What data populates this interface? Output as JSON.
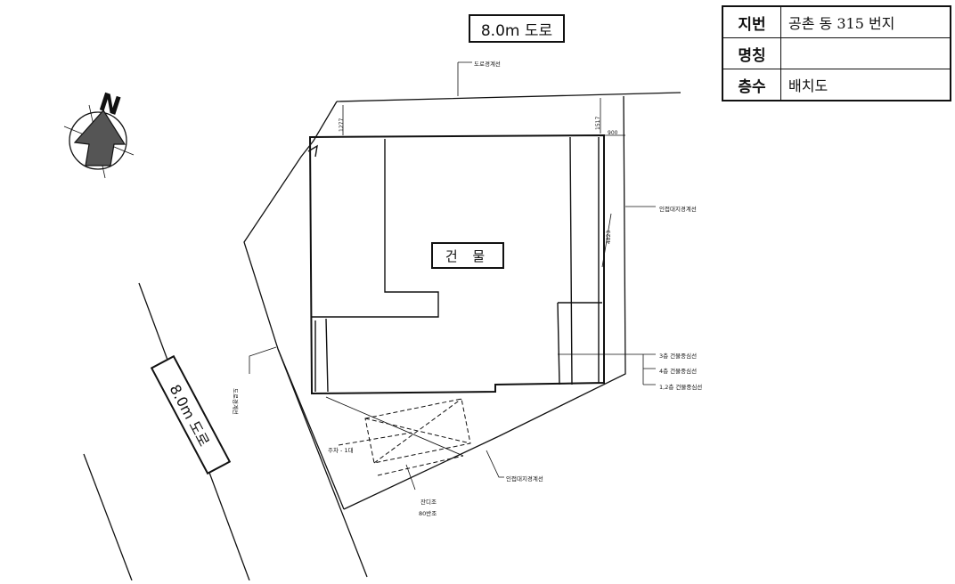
{
  "info_table": {
    "rows": [
      {
        "label": "지번",
        "value": "공촌  동  315 번지"
      },
      {
        "label": "명칭",
        "value": ""
      },
      {
        "label": "층수",
        "value": "배치도"
      }
    ]
  },
  "road_top_label": "8.0m 도로",
  "road_left_label": "8.0m 도로",
  "building_label": "건 물",
  "north_letter": "N",
  "annotations": {
    "road_boundary_top": "도로경계선",
    "road_boundary_left": "도로경계선",
    "adjacent_boundary_right": "인접대지경계선",
    "adjacent_boundary_bottom": "인접대지경계선",
    "floor3_line": "3층 건물중심선",
    "floor4_line": "4층 건물중심선",
    "floor12_line": "1,2층 건물중심선",
    "parking": "주차 - 1대",
    "greenery": "잔디조",
    "greenery_area": "80반조"
  },
  "dimensions": {
    "d1": "1277",
    "d2": "1517",
    "d3": "900",
    "d4": "4823"
  },
  "colors": {
    "line": "#111111",
    "compass_fill": "#555555"
  }
}
